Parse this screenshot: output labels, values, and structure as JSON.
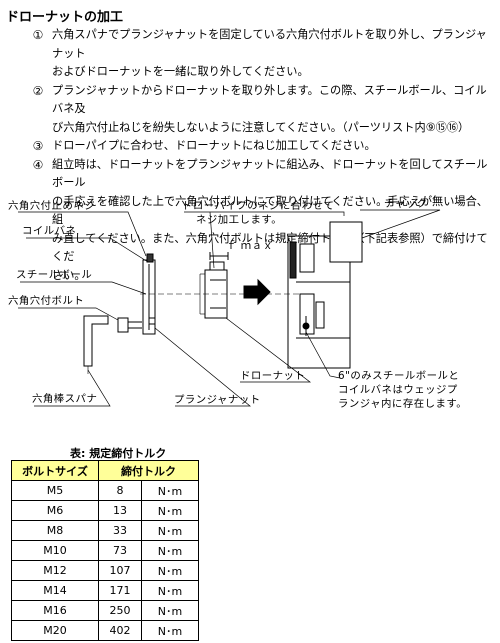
{
  "section": {
    "title": "ドローナットの加工"
  },
  "steps": [
    {
      "num": "①",
      "lines": [
        "六角スパナでプランジャナットを固定している六角穴付ボルトを取り外し、プランジャナット",
        "およびドローナットを一緒に取り外してください。"
      ]
    },
    {
      "num": "②",
      "lines": [
        "プランジャナットからドローナットを取り外します。この際、スチールボール、コイルバネ及",
        "び六角穴付止ねじを紛失しないように注意してください。（パーツリスト内⑨⑮⑯）"
      ]
    },
    {
      "num": "③",
      "lines": [
        "ドローパイプに合わせ、ドローナットにねじ加工してください。"
      ]
    },
    {
      "num": "④",
      "lines": [
        "組立時は、ドローナットをプランジャナットに組込み、ドローナットを回してスチールボール",
        "の手応えを確認した上で六角穴付ボルトにて取り付けてください。手応えが無い場合、組",
        "み直してください。また、六角穴付ボルトは規定締付トルク（下記表参照）で締付けてくだ",
        "さい。"
      ]
    }
  ],
  "diagram": {
    "labels": {
      "set_screw": "六角穴付止めネジ",
      "coil_spring": "コイルバネ",
      "steel_ball": "スチールボール",
      "hex_bolt": "六角穴付ボルト",
      "hex_wrench": "六角棒スパナ",
      "thread_note_1": "ドローパイプのネジに合わせて",
      "thread_note_2": "ネジ加工します。",
      "f_max": "ｆ ｍａｘ",
      "chuck": "チャック",
      "draw_nut": "ドローナット",
      "plunger_nut": "プランジャナット",
      "ball_note_1": "6\"のみスチールボールと",
      "ball_note_2": "コイルバネはウェッジプ",
      "ball_note_3": "ランジャ内に存在します。"
    }
  },
  "torque_table": {
    "caption": "表:  規定締付トルク",
    "headers": [
      "ボルトサイズ",
      "締付トルク"
    ],
    "unit": "N･m",
    "rows": [
      {
        "size": "M5",
        "value": "8"
      },
      {
        "size": "M6",
        "value": "13"
      },
      {
        "size": "M8",
        "value": "33"
      },
      {
        "size": "M10",
        "value": "73"
      },
      {
        "size": "M12",
        "value": "107"
      },
      {
        "size": "M14",
        "value": "171"
      },
      {
        "size": "M16",
        "value": "250"
      },
      {
        "size": "M20",
        "value": "402"
      }
    ]
  }
}
